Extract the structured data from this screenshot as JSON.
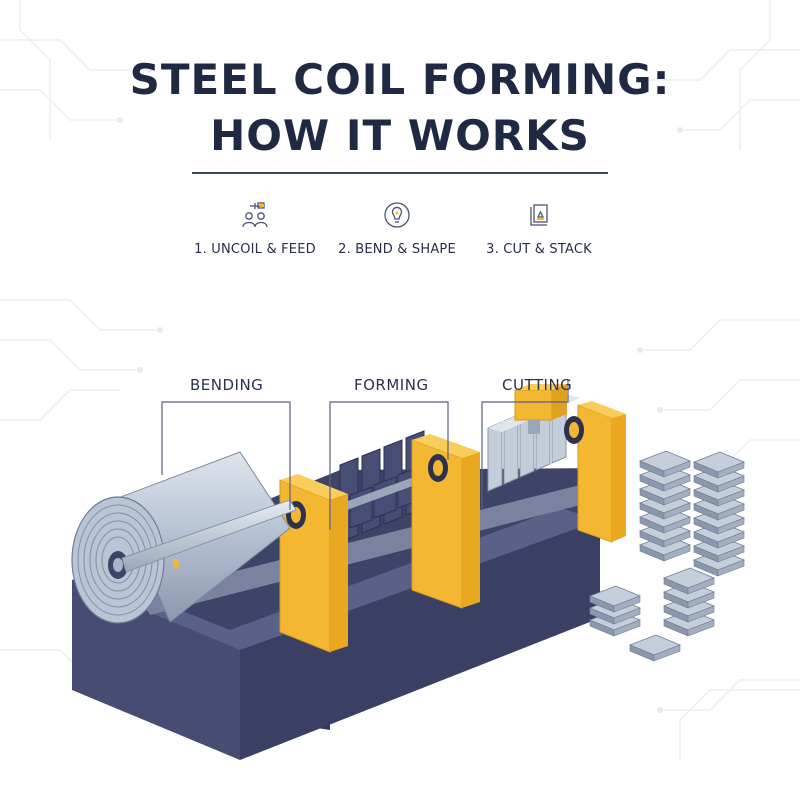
{
  "header": {
    "title_line1": "STEEL COIL FORMING:",
    "title_line2": "HOW IT WORKS"
  },
  "steps": [
    {
      "label": "1. UNCOIL & FEED",
      "icon": "people-feed-icon"
    },
    {
      "label": "2. BEND & SHAPE",
      "icon": "lightbulb-icon"
    },
    {
      "label": "3. CUT & STACK",
      "icon": "stacked-sheet-icon"
    }
  ],
  "diagram": {
    "labels": {
      "bending": "BENDING",
      "forming": "FORMING",
      "cutting": "CUTTING"
    }
  },
  "colors": {
    "navy": "#3e4468",
    "navy_dark": "#2c3150",
    "accent_yellow": "#f4b731",
    "steel": "#a8b5c8",
    "steel_light": "#cdd6e2"
  }
}
